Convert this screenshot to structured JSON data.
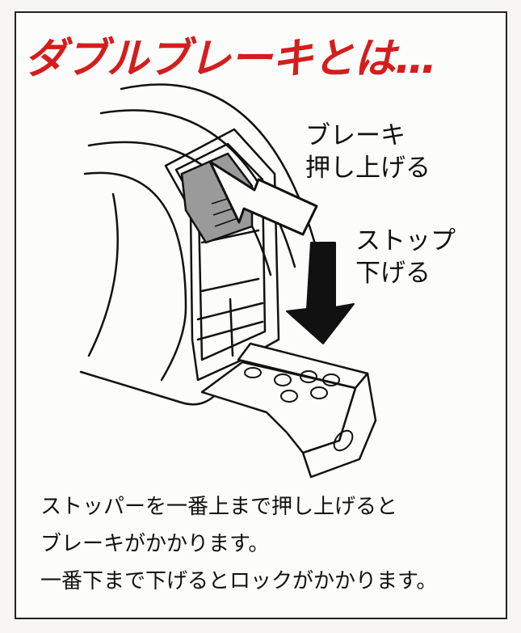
{
  "title": "ダブルブレーキとは…",
  "labels": {
    "brake_line1": "ブレーキ",
    "brake_line2": "押し上げる",
    "stop_line1": "ストップ",
    "stop_line2": "下げる"
  },
  "caption": {
    "line1": "ストッパーを一番上まで押し上げると",
    "line2": "ブレーキがかかります。",
    "line3": "一番下まで下げるとロックがかかります。"
  },
  "colors": {
    "title": "#d41d1d",
    "brake": "#9a9a9a",
    "ink": "#111111"
  },
  "icons": [
    "tape-measure-illustration",
    "push-up-arrow",
    "push-down-arrow"
  ]
}
